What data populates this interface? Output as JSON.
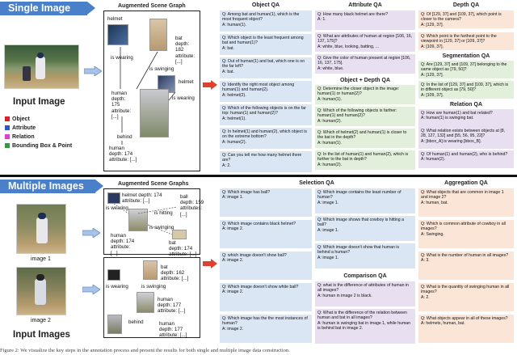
{
  "top": {
    "banner": "Single Image",
    "input_label": "Input Image",
    "scene_graph_title": "Augmented Scene Graph",
    "nodes": {
      "helmet": "helmet",
      "bat": "bat\ndepth:\n182\nattribute:\n[...]",
      "is_wearing": "is wearing",
      "is_swinging": "is swinging",
      "helmet2": "helmet",
      "is_wearing2": "is wearing",
      "human": "human\ndepth:\n175\nattribute:\n[...]",
      "behind": "behind",
      "human2": "human\ndepth: 174\nattribute: [...]"
    },
    "legend": [
      {
        "label": "Object",
        "color": "#e02020"
      },
      {
        "label": "Attribute",
        "color": "#2a55d6"
      },
      {
        "label": "Relation",
        "color": "#e23fd0"
      },
      {
        "label": "Bounding Box & Point",
        "color": "#2e9c3a"
      }
    ],
    "columns": {
      "object_qa": "Object QA",
      "attribute_qa": "Attribute QA",
      "depth_qa": "Depth QA",
      "segmentation_qa": "Segmentation QA",
      "object_depth_qa": "Object + Depth QA",
      "relation_qa": "Relation QA"
    },
    "object_cards": [
      "Q: Among bat and human(1), which is the most frequent object?\nA: human(1).",
      "Q: Which object is the least frequent among bat and human(1)?\nA: bat.",
      "Q: Out of human(1) and bat, which one is on the far left?\nA: bat.",
      "Q: Identify the right most object among human(1) and human(2).\nA: helmet(2).",
      "Q: Which of the following objects is on the far top: human(1) and human(2)?\nA: helmet(1).",
      "Q: In helmet(1) and human(2), which object is on the extreme bottom?\nA: human(2).",
      "Q: Can you tell me how many helmet there are?\nA: 2."
    ],
    "attribute_cards": [
      "Q: How many black helmet are there?\nA: 1.",
      "Q: What are attributes of human at region [106, 16, 137, 175]?\nA: white, blue, looking, batting, ...",
      "Q: Give the color of human present at region [106, 16, 137, 175].\nA: white, blue.",
      "Q: Determine the closer object in the image: human(1) or human(2)?\nA: human(1).",
      "Q: Which of the following objects is farther: human(1) and human(2)?\nA: human(2).",
      "Q: Which of helmet(2) and human(1) is closer to the bat in the depth?\nA: human(1).",
      "Q: In the list of human(1) and human(2), which is further to the bat in depth?\nA: human(2)."
    ],
    "depth_cards": [
      "Q: Of [129, 37] and [109, 37], which point is closer to the camera?\nA: [129, 37].",
      "Q: Which point is the farthest point to the viewpoint in [129, 37] or [109, 37]?\nA: [109, 37].",
      "Q: Are [129, 37] and [109, 37] belonging to the same object as [79, 50]?\nA: [129, 37].",
      "Q: In the list of [129, 37] and [109, 37], which is in different object as [79, 50]?\nA: [109, 37].",
      "Q: How are human(1) and bat related?\nA: human(1) is swinging bat.",
      "Q: What relation exists between objects at [8, 28, 127, 132] and [55, 56, 95, 22]?\nA: [bbox_A] is wearing [bbox_B].",
      "Q: Of human(1) and human(2), who is behind?\nA: human(2)."
    ]
  },
  "bottom": {
    "banner": "Multiple Images",
    "image1_label": "image 1",
    "image2_label": "image 2",
    "input_label": "Input Images",
    "scene_graphs_title": "Augmented Scene Graphs",
    "sg1": {
      "helmet": "helmet depth: 174\nattribute: [...]",
      "ball": "ball\ndepth: 159\nattributes:\n[...]",
      "is_hitting": "is hitting",
      "is_wearing": "is wearing",
      "is_swinging": "is swinging",
      "human": "human\ndepth: 174\nattribute:\n[...]",
      "bat": "bat\ndepth: 174\nattribute: [...]"
    },
    "sg2": {
      "bat": "bat\ndepth: 162\nattribute: [...]",
      "is_wearing": "is wearing",
      "is_swinging": "is swinging",
      "human": "human\ndepth: 177\nattribute: [...]",
      "behind": "behind",
      "human2": "human\ndepth: 177\nattribute: [...]"
    },
    "columns": {
      "selection_qa": "Selection QA",
      "aggregation_qa": "Aggregation QA",
      "comparison_qa": "Comparison QA"
    },
    "selection_left": [
      "Q: Which image has ball?\nA: image 1.",
      "Q: Which image contains black helmet?\nA: image 2.",
      "Q: which image doesn't show ball?\nA: image 2.",
      "Q: Which image doesn't show white ball?\nA: image 2.",
      "Q: Which image has the the most instances of human?\nA: image 2."
    ],
    "selection_right": [
      "Q: Which image contains the least number of human?\nA: image 1.",
      "Q: Which image shows that cowboy is hitting a ball?\nA: image 1.",
      "Q: Which image doesn't show that human is behind a human?\nA: image 1."
    ],
    "comparison": [
      "Q: what is the difference of attributes of human in all images?\nA: human in image 2 is black.",
      "Q: What is the difference of the relation between human and bat in all images?\nA: human is swinging bat in image 1, while human is behind bat in image 2."
    ],
    "aggregation": [
      "Q: What objects that are common in image 1 and image 2?\nA: human, bat.",
      "Q: Which is common attribute of cowboy in all images?\nA: Swinging.",
      "Q: What is the number of human in all images?\nA: 3.",
      "Q: What is the quantity of swinging human in all images?\nA: 2.",
      "Q: What objects appear in all of these images?\nA: helmets, human, bat."
    ]
  },
  "caption": "Figure 2: We visualize the key steps in the annotation process and present the results for both single and multiple image data construction."
}
